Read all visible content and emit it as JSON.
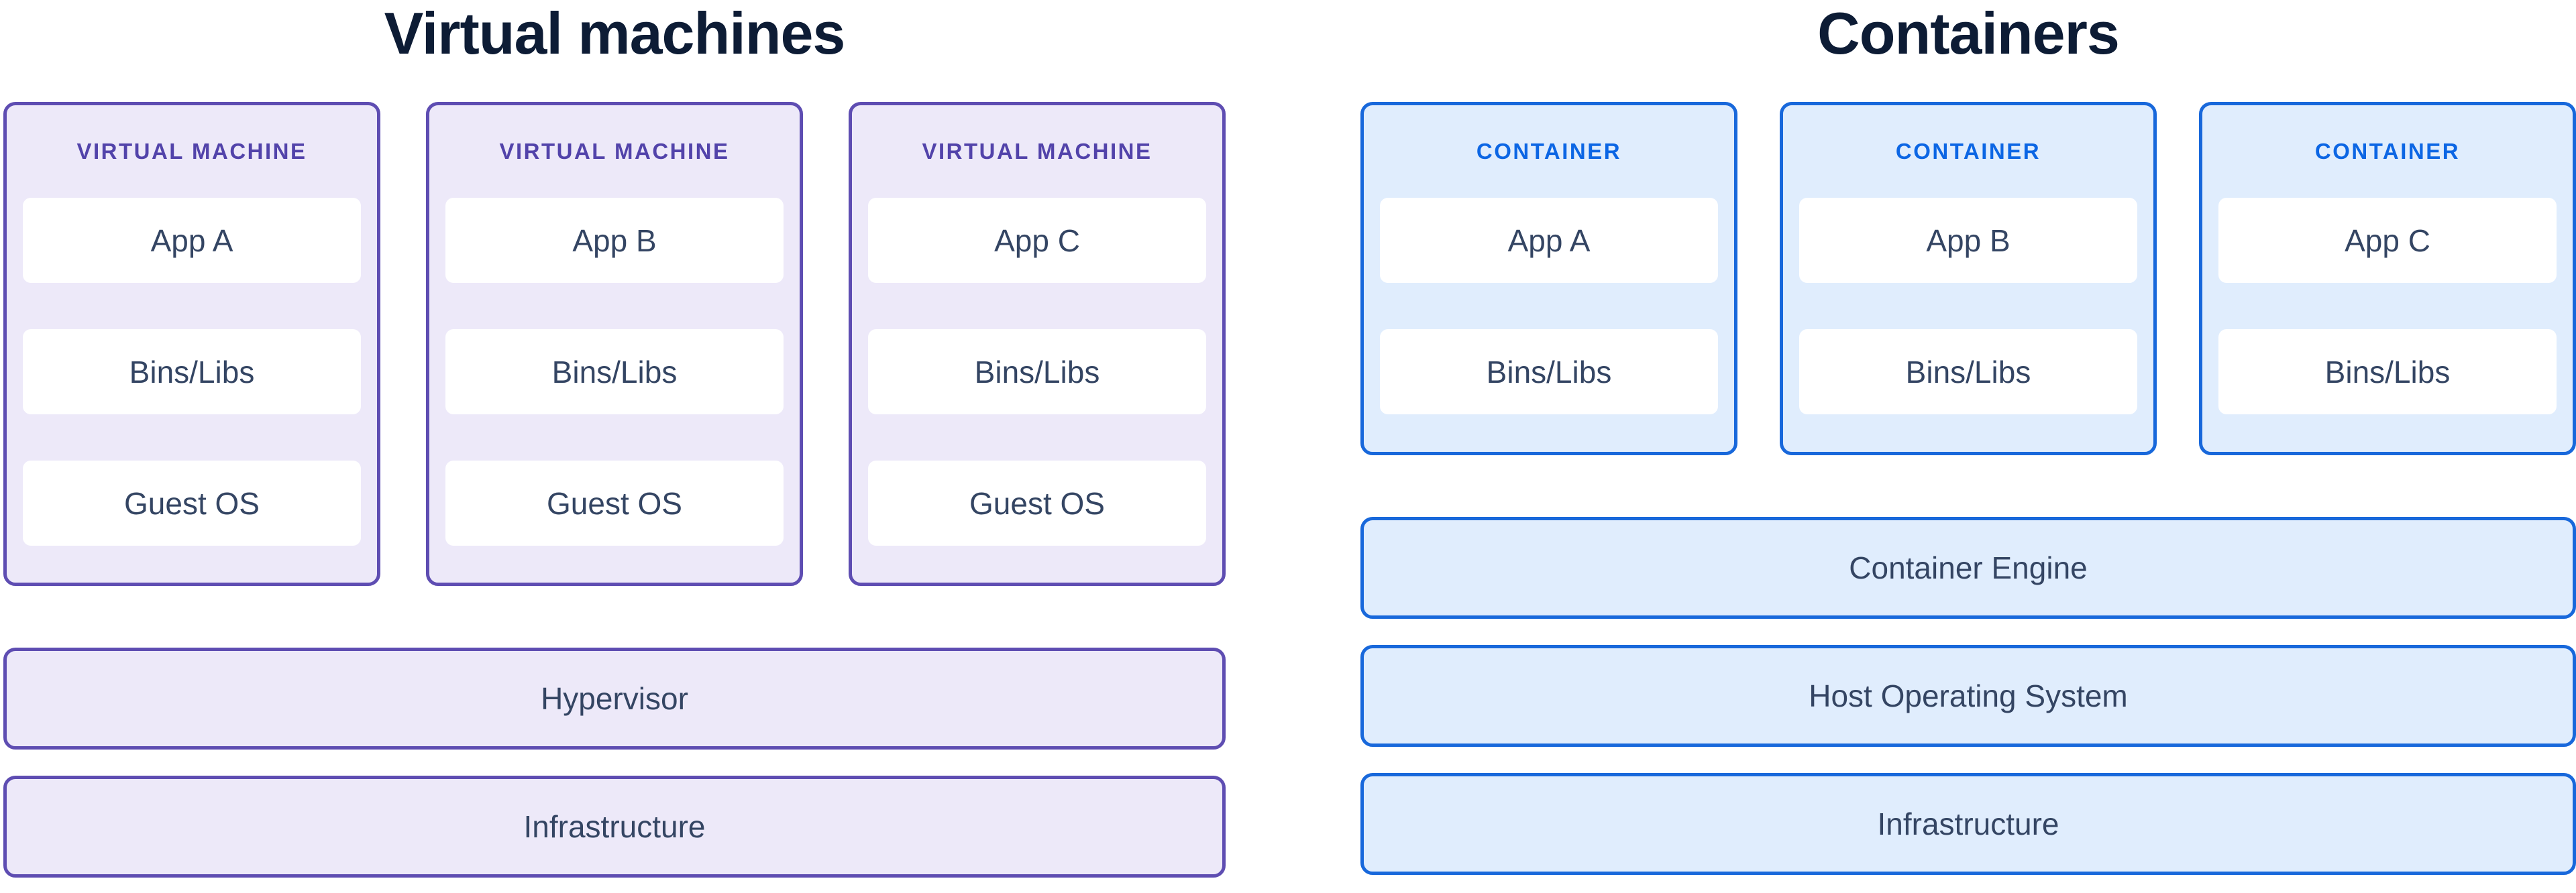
{
  "colors": {
    "title_color": "#0D1C35",
    "text_color": "#344563",
    "layer_fill": "#FFFFFF",
    "vm_fill": "#EDE9F9",
    "vm_border": "#5E4DB2",
    "vm_header_text": "#5243AA",
    "container_fill": "#E0EDFD",
    "container_border": "#1868DB",
    "container_header_text": "#0C66E4"
  },
  "vm_section": {
    "title": "Virtual machines",
    "cards": [
      {
        "header": "VIRTUAL MACHINE",
        "layers": [
          "App A",
          "Bins/Libs",
          "Guest OS"
        ]
      },
      {
        "header": "VIRTUAL MACHINE",
        "layers": [
          "App B",
          "Bins/Libs",
          "Guest OS"
        ]
      },
      {
        "header": "VIRTUAL MACHINE",
        "layers": [
          "App C",
          "Bins/Libs",
          "Guest OS"
        ]
      }
    ],
    "bars": [
      "Hypervisor",
      "Infrastructure"
    ]
  },
  "container_section": {
    "title": "Containers",
    "cards": [
      {
        "header": "CONTAINER",
        "layers": [
          "App A",
          "Bins/Libs"
        ]
      },
      {
        "header": "CONTAINER",
        "layers": [
          "App B",
          "Bins/Libs"
        ]
      },
      {
        "header": "CONTAINER",
        "layers": [
          "App C",
          "Bins/Libs"
        ]
      }
    ],
    "bars": [
      "Container Engine",
      "Host Operating System",
      "Infrastructure"
    ]
  }
}
